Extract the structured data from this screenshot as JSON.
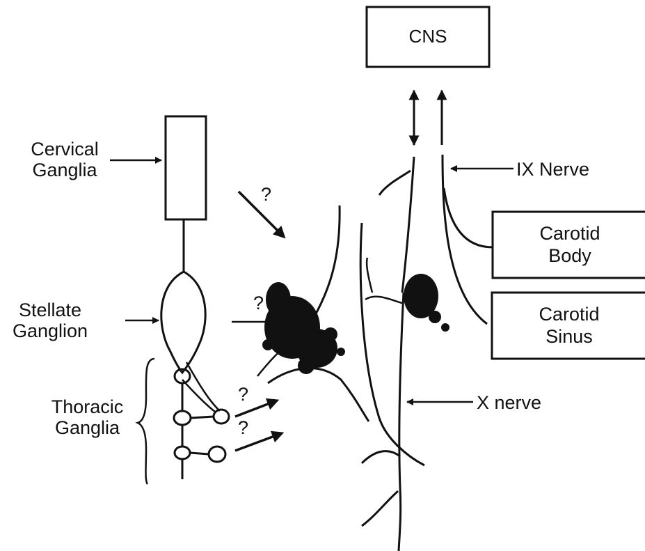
{
  "labels": {
    "cns": "CNS",
    "cervical_ganglia_line1": "Cervical",
    "cervical_ganglia_line2": "Ganglia",
    "stellate_ganglion_line1": "Stellate",
    "stellate_ganglion_line2": "Ganglion",
    "thoracic_ganglia_line1": "Thoracic",
    "thoracic_ganglia_line2": "Ganglia",
    "ix_nerve": "IX Nerve",
    "carotid_body_line1": "Carotid",
    "carotid_body_line2": "Body",
    "carotid_sinus_line1": "Carotid",
    "carotid_sinus_line2": "Sinus",
    "x_nerve": "X nerve",
    "question": "?"
  },
  "colors": {
    "ink": "#111111",
    "paper": "#ffffff"
  }
}
